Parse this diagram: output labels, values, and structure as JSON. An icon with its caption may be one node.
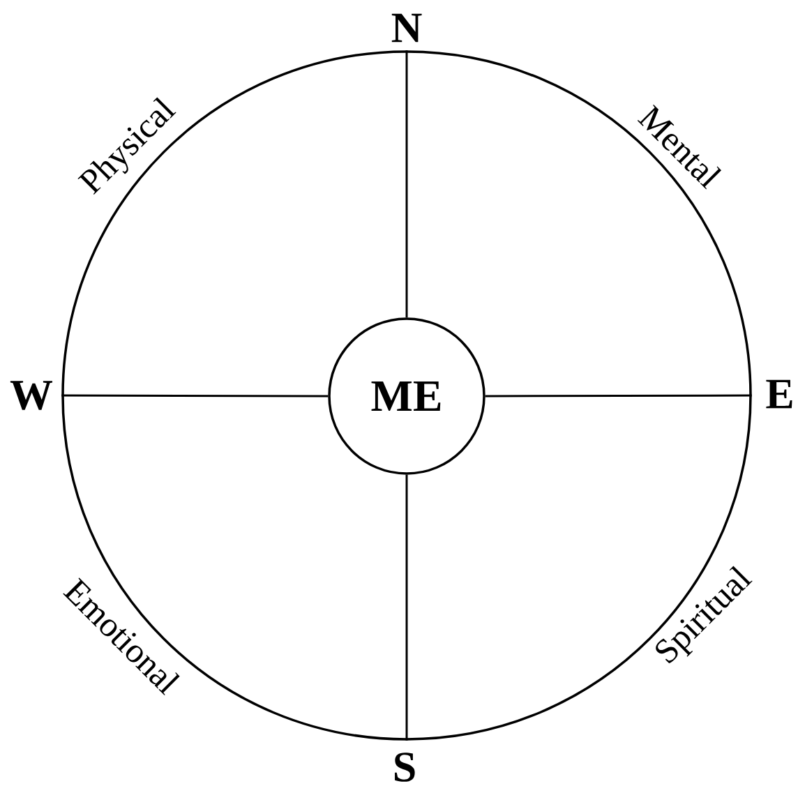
{
  "diagram": {
    "nodes": [
      {
        "text": [],
        "shape": "circle"
      },
      {
        "text": [
          "ME"
        ],
        "in": 0
      }
    ],
    "edges": [
      {
        "from": 1,
        "to": 0,
        "arrow": "none"
      },
      {
        "from": 1,
        "to": 0,
        "arrow": "none"
      },
      {
        "from": 1,
        "to": 0,
        "arrow": "none"
      },
      {
        "from": 1,
        "to": 0,
        "arrow": "none"
      }
    ],
    "labels": [
      "N",
      "Physical",
      "Mental",
      "W",
      "E",
      "Emotional",
      "Spiritual",
      "S"
    ]
  }
}
